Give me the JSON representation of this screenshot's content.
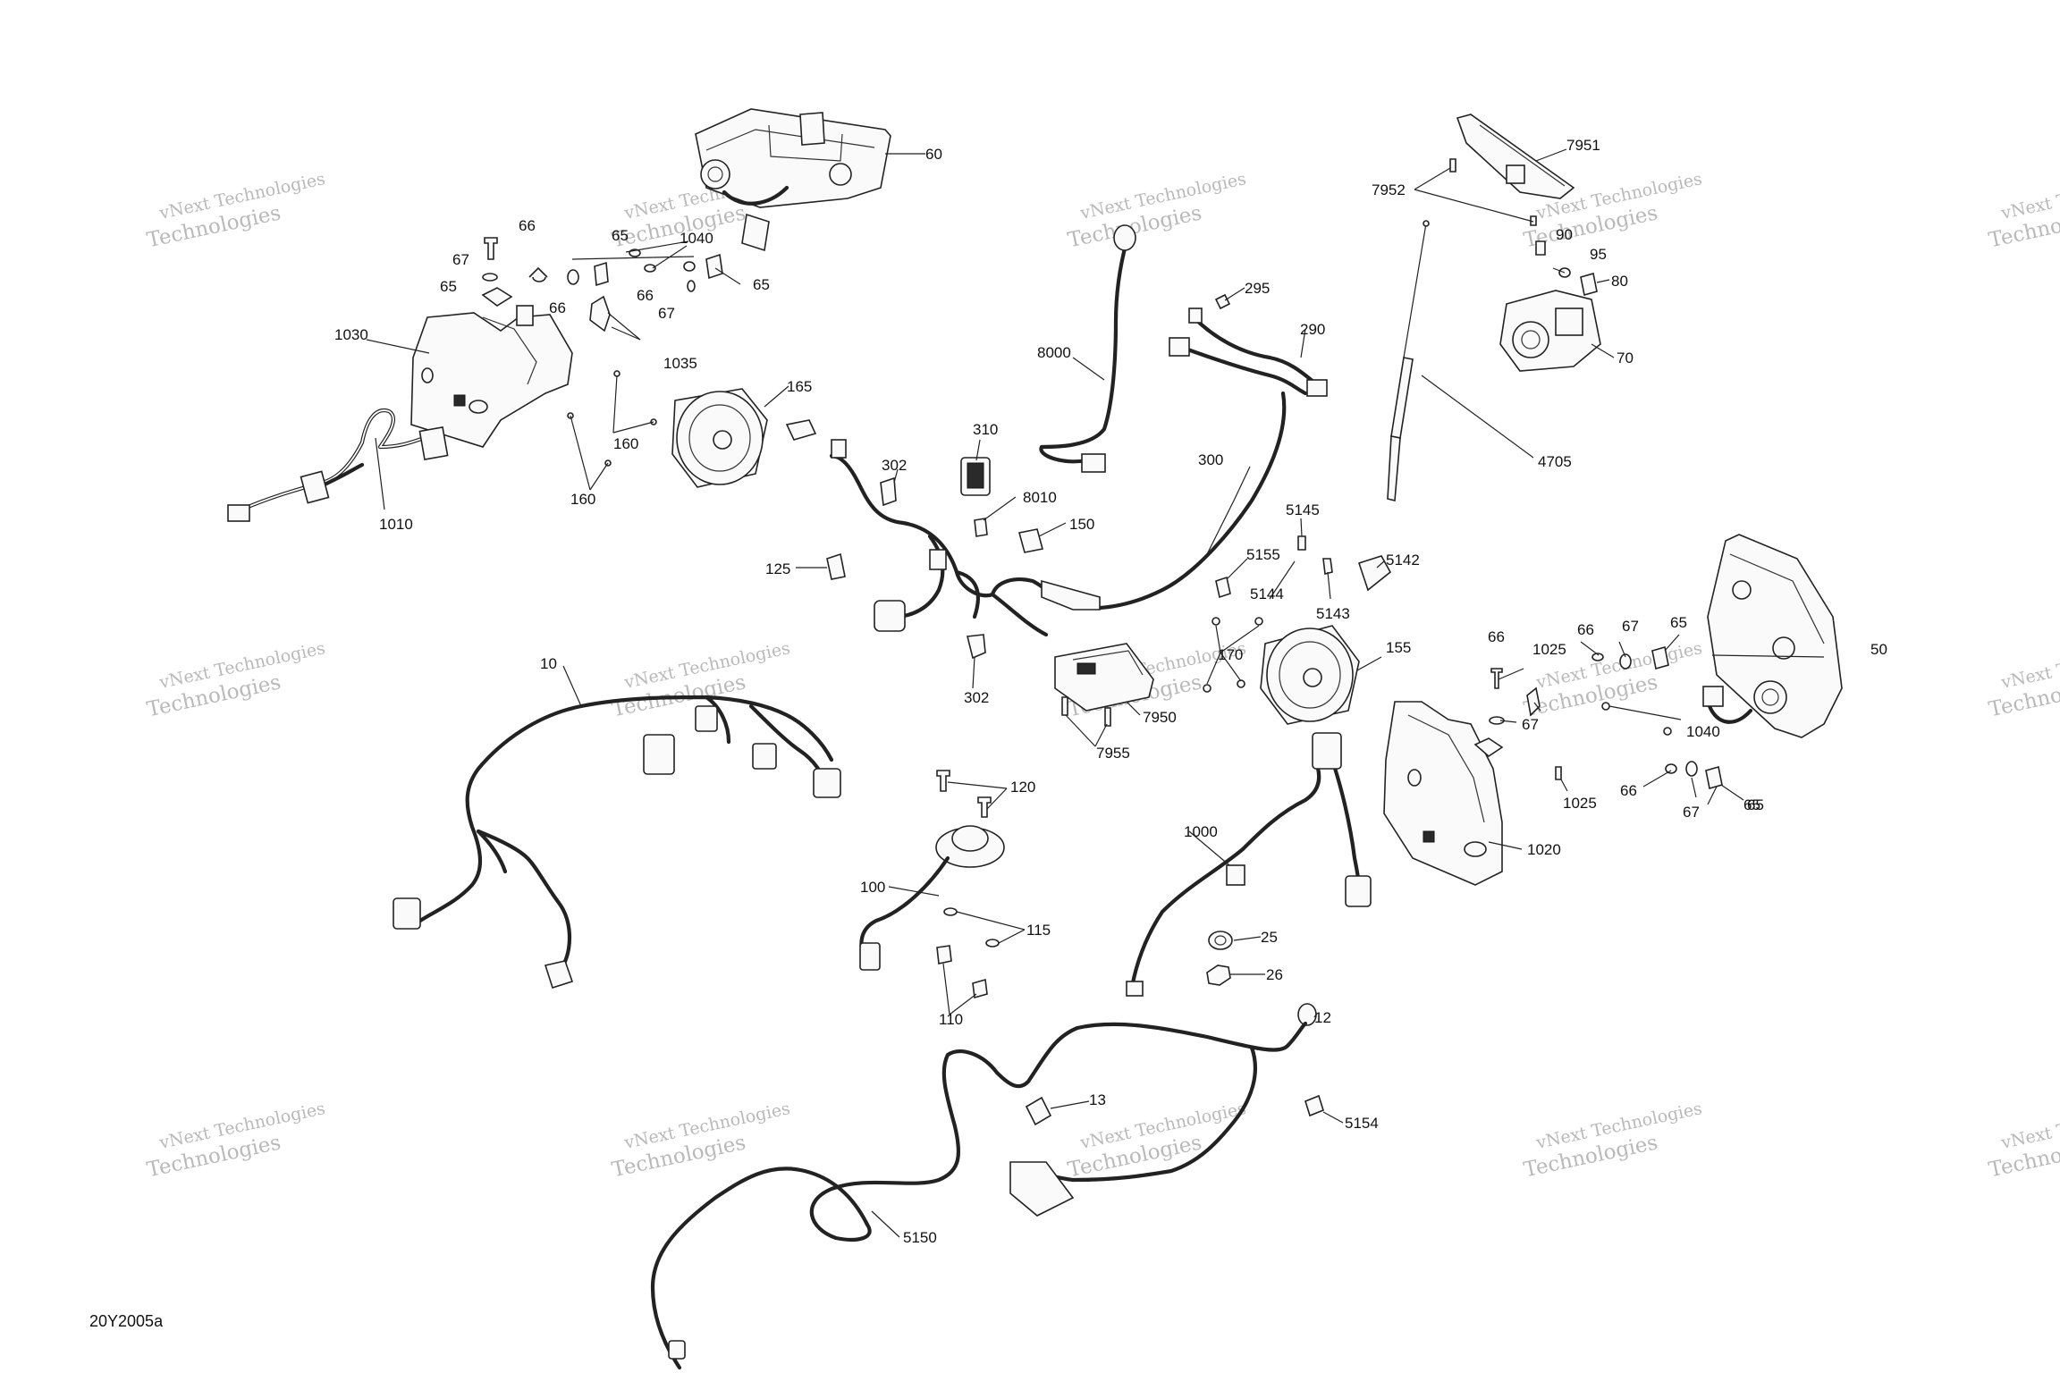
{
  "diagram_code": "20Y2005a",
  "watermark": {
    "line1": "vNext Technologies",
    "line2": "Technologies"
  },
  "callouts": [
    "60",
    "66",
    "67",
    "65",
    "1040",
    "66",
    "67",
    "65",
    "1030",
    "65",
    "66",
    "1035",
    "160",
    "160",
    "1010",
    "165",
    "8000",
    "295",
    "290",
    "310",
    "302",
    "8010",
    "150",
    "125",
    "302",
    "300",
    "4705",
    "7951",
    "7952",
    "90",
    "95",
    "80",
    "70",
    "5145",
    "5155",
    "5144",
    "5143",
    "5142",
    "170",
    "7950",
    "7955",
    "155",
    "66",
    "1025",
    "66",
    "67",
    "65",
    "50",
    "67",
    "1040",
    "65",
    "1025",
    "66",
    "67",
    "65",
    "1020",
    "1000",
    "25",
    "26",
    "10",
    "120",
    "100",
    "115",
    "110",
    "12",
    "13",
    "5154",
    "5150"
  ],
  "colors": {
    "line": "#222222",
    "watermark": "#b9b9b9",
    "background": "#ffffff"
  }
}
